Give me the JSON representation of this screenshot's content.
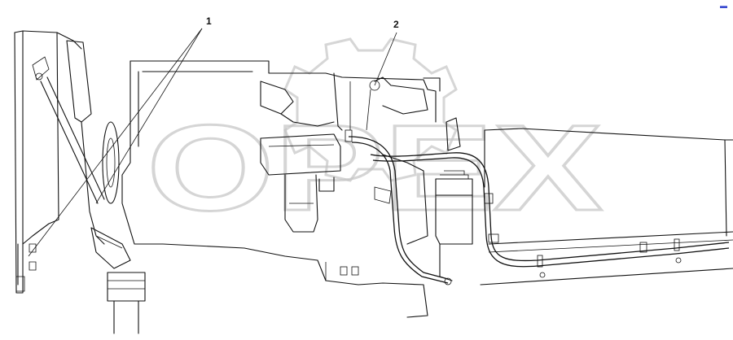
{
  "callouts": [
    {
      "number": "1"
    },
    {
      "number": "2"
    }
  ],
  "watermark": {
    "text": "ОРЕХ",
    "color": "#c4c4c4"
  },
  "corner_mark": "▬",
  "colors": {
    "line": "#111111",
    "background": "#ffffff",
    "corner_mark": "#3a4bd0"
  }
}
